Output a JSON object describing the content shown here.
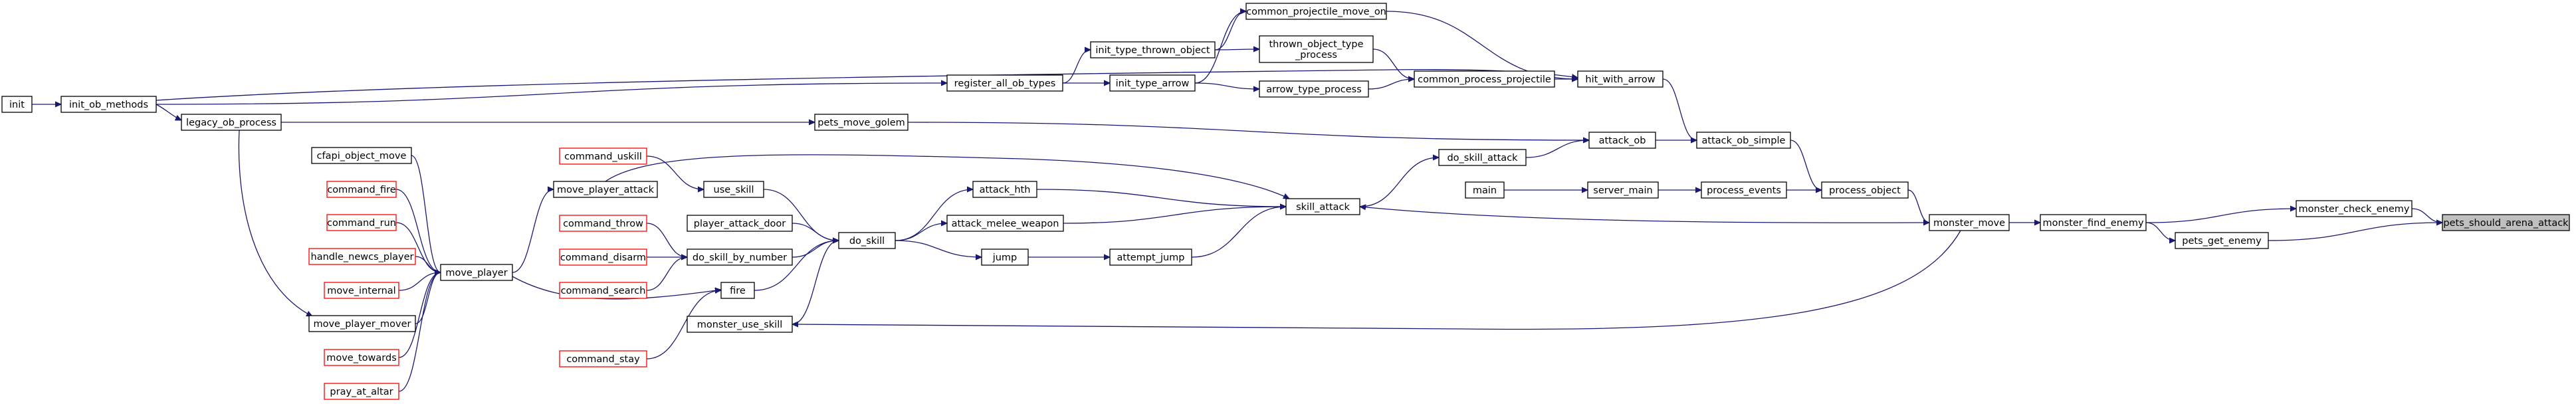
{
  "graph": {
    "title": "",
    "edge_color": "#191970",
    "focus_fill": "#bfbfbf",
    "nodes": [
      {
        "id": "pets_should_arena_attack",
        "lines": [
          "pets_should_arena_attack"
        ],
        "style": "focus"
      },
      {
        "id": "monster_check_enemy",
        "lines": [
          "monster_check_enemy"
        ],
        "style": "black"
      },
      {
        "id": "pets_get_enemy",
        "lines": [
          "pets_get_enemy"
        ],
        "style": "black"
      },
      {
        "id": "monster_find_enemy",
        "lines": [
          "monster_find_enemy"
        ],
        "style": "black"
      },
      {
        "id": "monster_move",
        "lines": [
          "monster_move"
        ],
        "style": "black"
      },
      {
        "id": "process_object",
        "lines": [
          "process_object"
        ],
        "style": "black"
      },
      {
        "id": "process_events",
        "lines": [
          "process_events"
        ],
        "style": "black"
      },
      {
        "id": "server_main",
        "lines": [
          "server_main"
        ],
        "style": "black"
      },
      {
        "id": "main",
        "lines": [
          "main"
        ],
        "style": "black"
      },
      {
        "id": "attack_ob_simple",
        "lines": [
          "attack_ob_simple"
        ],
        "style": "black"
      },
      {
        "id": "attack_ob",
        "lines": [
          "attack_ob"
        ],
        "style": "black"
      },
      {
        "id": "hit_with_arrow",
        "lines": [
          "hit_with_arrow"
        ],
        "style": "black"
      },
      {
        "id": "common_process_projectile",
        "lines": [
          "common_process_projectile"
        ],
        "style": "black"
      },
      {
        "id": "common_projectile_move_on",
        "lines": [
          "common_projectile_move_on"
        ],
        "style": "black"
      },
      {
        "id": "thrown_object_type_process",
        "lines": [
          "thrown_object_type",
          "_process"
        ],
        "style": "black"
      },
      {
        "id": "arrow_type_process",
        "lines": [
          "arrow_type_process"
        ],
        "style": "black"
      },
      {
        "id": "init_type_thrown_object",
        "lines": [
          "init_type_thrown_object"
        ],
        "style": "black"
      },
      {
        "id": "init_type_arrow",
        "lines": [
          "init_type_arrow"
        ],
        "style": "black"
      },
      {
        "id": "register_all_ob_types",
        "lines": [
          "register_all_ob_types"
        ],
        "style": "black"
      },
      {
        "id": "init_ob_methods",
        "lines": [
          "init_ob_methods"
        ],
        "style": "black"
      },
      {
        "id": "init",
        "lines": [
          "init"
        ],
        "style": "black"
      },
      {
        "id": "pets_move_golem",
        "lines": [
          "pets_move_golem"
        ],
        "style": "black"
      },
      {
        "id": "legacy_ob_process",
        "lines": [
          "legacy_ob_process"
        ],
        "style": "black"
      },
      {
        "id": "do_skill_attack",
        "lines": [
          "do_skill_attack"
        ],
        "style": "black"
      },
      {
        "id": "skill_attack",
        "lines": [
          "skill_attack"
        ],
        "style": "black"
      },
      {
        "id": "attack_hth",
        "lines": [
          "attack_hth"
        ],
        "style": "black"
      },
      {
        "id": "attack_melee_weapon",
        "lines": [
          "attack_melee_weapon"
        ],
        "style": "black"
      },
      {
        "id": "attempt_jump",
        "lines": [
          "attempt_jump"
        ],
        "style": "black"
      },
      {
        "id": "jump",
        "lines": [
          "jump"
        ],
        "style": "black"
      },
      {
        "id": "do_skill",
        "lines": [
          "do_skill"
        ],
        "style": "black"
      },
      {
        "id": "move_player_attack",
        "lines": [
          "move_player_attack"
        ],
        "style": "black"
      },
      {
        "id": "use_skill",
        "lines": [
          "use_skill"
        ],
        "style": "black"
      },
      {
        "id": "command_uskill",
        "lines": [
          "command_uskill"
        ],
        "style": "red"
      },
      {
        "id": "player_attack_door",
        "lines": [
          "player_attack_door"
        ],
        "style": "black"
      },
      {
        "id": "do_skill_by_number",
        "lines": [
          "do_skill_by_number"
        ],
        "style": "black"
      },
      {
        "id": "command_throw",
        "lines": [
          "command_throw"
        ],
        "style": "red"
      },
      {
        "id": "command_disarm",
        "lines": [
          "command_disarm"
        ],
        "style": "red"
      },
      {
        "id": "command_search",
        "lines": [
          "command_search"
        ],
        "style": "red"
      },
      {
        "id": "fire",
        "lines": [
          "fire"
        ],
        "style": "black"
      },
      {
        "id": "command_stay",
        "lines": [
          "command_stay"
        ],
        "style": "red"
      },
      {
        "id": "monster_use_skill",
        "lines": [
          "monster_use_skill"
        ],
        "style": "black"
      },
      {
        "id": "move_player",
        "lines": [
          "move_player"
        ],
        "style": "black"
      },
      {
        "id": "cfapi_object_move",
        "lines": [
          "cfapi_object_move"
        ],
        "style": "black"
      },
      {
        "id": "command_fire",
        "lines": [
          "command_fire"
        ],
        "style": "red"
      },
      {
        "id": "command_run",
        "lines": [
          "command_run"
        ],
        "style": "red"
      },
      {
        "id": "handle_newcs_player",
        "lines": [
          "handle_newcs_player"
        ],
        "style": "red"
      },
      {
        "id": "move_internal",
        "lines": [
          "move_internal"
        ],
        "style": "red"
      },
      {
        "id": "move_player_mover",
        "lines": [
          "move_player_mover"
        ],
        "style": "black"
      },
      {
        "id": "move_towards",
        "lines": [
          "move_towards"
        ],
        "style": "red"
      },
      {
        "id": "pray_at_altar",
        "lines": [
          "pray_at_altar"
        ],
        "style": "red"
      }
    ],
    "edges": [
      {
        "from": "monster_check_enemy",
        "to": "pets_should_arena_attack"
      },
      {
        "from": "pets_get_enemy",
        "to": "pets_should_arena_attack"
      },
      {
        "from": "monster_find_enemy",
        "to": "monster_check_enemy"
      },
      {
        "from": "monster_find_enemy",
        "to": "pets_get_enemy"
      },
      {
        "from": "monster_move",
        "to": "monster_find_enemy"
      },
      {
        "from": "process_object",
        "to": "monster_move"
      },
      {
        "from": "process_events",
        "to": "process_object"
      },
      {
        "from": "server_main",
        "to": "process_events"
      },
      {
        "from": "main",
        "to": "server_main"
      },
      {
        "from": "attack_ob_simple",
        "to": "process_object"
      },
      {
        "from": "attack_ob",
        "to": "attack_ob_simple"
      },
      {
        "from": "hit_with_arrow",
        "to": "attack_ob_simple"
      },
      {
        "from": "common_process_projectile",
        "to": "hit_with_arrow"
      },
      {
        "from": "common_projectile_move_on",
        "to": "hit_with_arrow"
      },
      {
        "from": "thrown_object_type_process",
        "to": "common_process_projectile"
      },
      {
        "from": "arrow_type_process",
        "to": "common_process_projectile"
      },
      {
        "from": "init_type_thrown_object",
        "to": "common_projectile_move_on"
      },
      {
        "from": "init_type_arrow",
        "to": "common_projectile_move_on"
      },
      {
        "from": "init_type_thrown_object",
        "to": "thrown_object_type_process"
      },
      {
        "from": "init_type_arrow",
        "to": "arrow_type_process"
      },
      {
        "from": "register_all_ob_types",
        "to": "init_type_thrown_object"
      },
      {
        "from": "register_all_ob_types",
        "to": "init_type_arrow"
      },
      {
        "from": "init_ob_methods",
        "to": "register_all_ob_types"
      },
      {
        "from": "init",
        "to": "init_ob_methods"
      },
      {
        "from": "init_ob_methods",
        "to": "hit_with_arrow"
      },
      {
        "from": "init_ob_methods",
        "to": "legacy_ob_process"
      },
      {
        "from": "legacy_ob_process",
        "to": "pets_move_golem"
      },
      {
        "from": "pets_move_golem",
        "to": "attack_ob"
      },
      {
        "from": "do_skill_attack",
        "to": "attack_ob"
      },
      {
        "from": "skill_attack",
        "to": "do_skill_attack"
      },
      {
        "from": "monster_move",
        "to": "skill_attack"
      },
      {
        "from": "attack_hth",
        "to": "skill_attack"
      },
      {
        "from": "attack_melee_weapon",
        "to": "skill_attack"
      },
      {
        "from": "attempt_jump",
        "to": "skill_attack"
      },
      {
        "from": "move_player_attack",
        "to": "skill_attack"
      },
      {
        "from": "jump",
        "to": "attempt_jump"
      },
      {
        "from": "do_skill",
        "to": "attack_hth"
      },
      {
        "from": "do_skill",
        "to": "attack_melee_weapon"
      },
      {
        "from": "do_skill",
        "to": "jump"
      },
      {
        "from": "use_skill",
        "to": "do_skill"
      },
      {
        "from": "player_attack_door",
        "to": "do_skill"
      },
      {
        "from": "do_skill_by_number",
        "to": "do_skill"
      },
      {
        "from": "fire",
        "to": "do_skill"
      },
      {
        "from": "monster_use_skill",
        "to": "do_skill"
      },
      {
        "from": "command_uskill",
        "to": "use_skill"
      },
      {
        "from": "command_throw",
        "to": "do_skill_by_number"
      },
      {
        "from": "command_disarm",
        "to": "do_skill_by_number"
      },
      {
        "from": "command_search",
        "to": "do_skill_by_number"
      },
      {
        "from": "command_stay",
        "to": "fire"
      },
      {
        "from": "move_player",
        "to": "fire"
      },
      {
        "from": "monster_move",
        "to": "monster_use_skill"
      },
      {
        "from": "move_player",
        "to": "move_player_attack"
      },
      {
        "from": "cfapi_object_move",
        "to": "move_player"
      },
      {
        "from": "command_fire",
        "to": "move_player"
      },
      {
        "from": "command_run",
        "to": "move_player"
      },
      {
        "from": "handle_newcs_player",
        "to": "move_player"
      },
      {
        "from": "move_internal",
        "to": "move_player"
      },
      {
        "from": "move_player_mover",
        "to": "move_player"
      },
      {
        "from": "move_towards",
        "to": "move_player"
      },
      {
        "from": "pray_at_altar",
        "to": "move_player"
      },
      {
        "from": "legacy_ob_process",
        "to": "move_player_mover"
      }
    ]
  }
}
